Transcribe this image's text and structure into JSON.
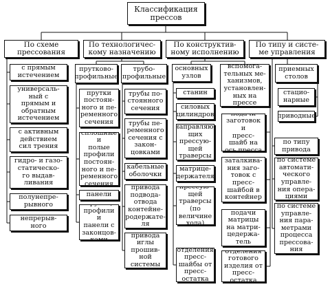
{
  "root": "Классификация\nпрессов",
  "columns": [
    {
      "id": "c1",
      "title": "По схеме\nпрессования",
      "items": [
        "с прямым\nистечением",
        "универсаль-\nный с\nпрямым и\nобратным\nистечением",
        "с активным\nдействием\nсил трения",
        "гидро- и газо-\nстатическо-\nго выдав-\nливания",
        "полунепре-\nрывного",
        "непрерыв-\nного"
      ]
    },
    {
      "id": "c2",
      "title": "По технологичес-\nкому назначению",
      "groups": [
        {
          "title": "прутково-\nпрофильные",
          "items": [
            "прутки\nпостоян-\nного и пе-\nременного\nсечения",
            "сплошные и\nполые\nпрофили\nпостоян-\nного и пе-\nременного\nсечения",
            "панели",
            "прутки,\nпрофили и\nпанели с\nзаконцов-\nками"
          ]
        },
        {
          "title": "трубо-\nпрофильные",
          "items": [
            "трубы по-\nстоянного\nсечения",
            "трубы пе-\nременного\nсечения с\nзакон-\nцовками",
            "кабельные\nоболочки",
            "привода\nподвода-\nотвода\nконтейне-\nродержате-\nля",
            "привода\nиглы\nпрошив-\nной\nсистемы"
          ]
        }
      ]
    },
    {
      "id": "c3",
      "title": "По конструктив-\nному исполнению",
      "groups": [
        {
          "title": "основных\nузлов",
          "items": [
            "станин",
            "силовых\nцилиндров",
            "направляю-\nщих\nпрессую-\nщей\nтраверсы",
            "матрице-\nдержателя",
            "прессую-\nщей\nтраверсы (по\nвеличине\nхода)",
            "отделения\nпресс-\nшайбы от\nпресс-\nостатка"
          ]
        },
        {
          "title": "вспомога-\nтельных ме-\nханизмов,\nустановлен-\nных на\nпрессе",
          "items": [
            "подачи\nзаготовок и\nпресс-\nшайб на\nось пресса",
            "заталкива-\nния заго-\nтовок с\nпресс-\nшайбой в\nконтейнер",
            "подачи\nматрицы\nна матри-\nцедержа-\nтель",
            "отделения\nготового\nизделия от\nпресс-\nостатка"
          ]
        }
      ]
    },
    {
      "id": "c4",
      "title": "По типу и систе-\nме управления",
      "groups": [
        {
          "title": "приемных\nстолов",
          "items": [
            "стацио-\nнарные",
            "приводные"
          ]
        }
      ],
      "items": [
        "по типу\nпривода",
        "по системе\nавтомати-\nческого\nуправле-\nния опера-\nциями",
        "по системе\nуправле-\nния пара-\nметрами\nпроцесса\nпрессова-\nния"
      ]
    }
  ]
}
